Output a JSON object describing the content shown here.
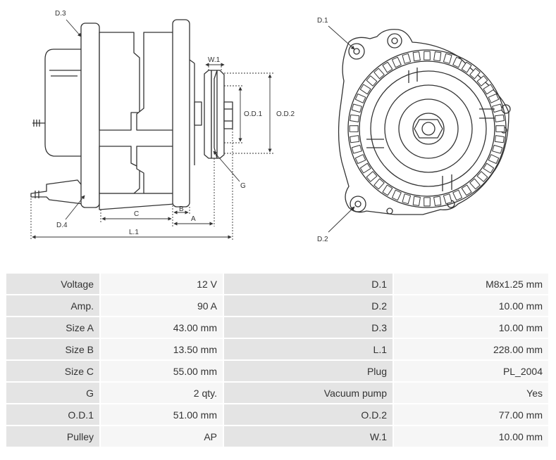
{
  "labels": {
    "d3": "D.3",
    "d4": "D.4",
    "w1": "W.1",
    "od1": "O.D.1",
    "od2": "O.D.2",
    "g": "G",
    "c": "C",
    "b": "B",
    "a": "A",
    "l1": "L.1",
    "d1": "D.1",
    "d2": "D.2"
  },
  "specs": [
    {
      "label": "Voltage",
      "value": "12 V",
      "label2": "D.1",
      "value2": "M8x1.25 mm"
    },
    {
      "label": "Amp.",
      "value": "90 A",
      "label2": "D.2",
      "value2": "10.00 mm"
    },
    {
      "label": "Size A",
      "value": "43.00 mm",
      "label2": "D.3",
      "value2": "10.00 mm"
    },
    {
      "label": "Size B",
      "value": "13.50 mm",
      "label2": "L.1",
      "value2": "228.00 mm"
    },
    {
      "label": "Size C",
      "value": "55.00 mm",
      "label2": "Plug",
      "value2": "PL_2004"
    },
    {
      "label": "G",
      "value": "2 qty.",
      "label2": "Vacuum pump",
      "value2": "Yes"
    },
    {
      "label": "O.D.1",
      "value": "51.00 mm",
      "label2": "O.D.2",
      "value2": "77.00 mm"
    },
    {
      "label": "Pulley",
      "value": "AP",
      "label2": "W.1",
      "value2": "10.00 mm"
    }
  ]
}
